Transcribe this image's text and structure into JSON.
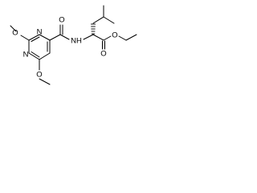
{
  "diagram": {
    "type": "chemical-structure",
    "atom_labels": {
      "o_upper_methoxy": "O",
      "n_ring_left": "N",
      "n_ring_bottom": "N",
      "o_lower_methoxy": "O",
      "o_amide": "O",
      "n_amide": "NH",
      "o_ester_carbonyl": "O",
      "o_ester": "O"
    }
  }
}
